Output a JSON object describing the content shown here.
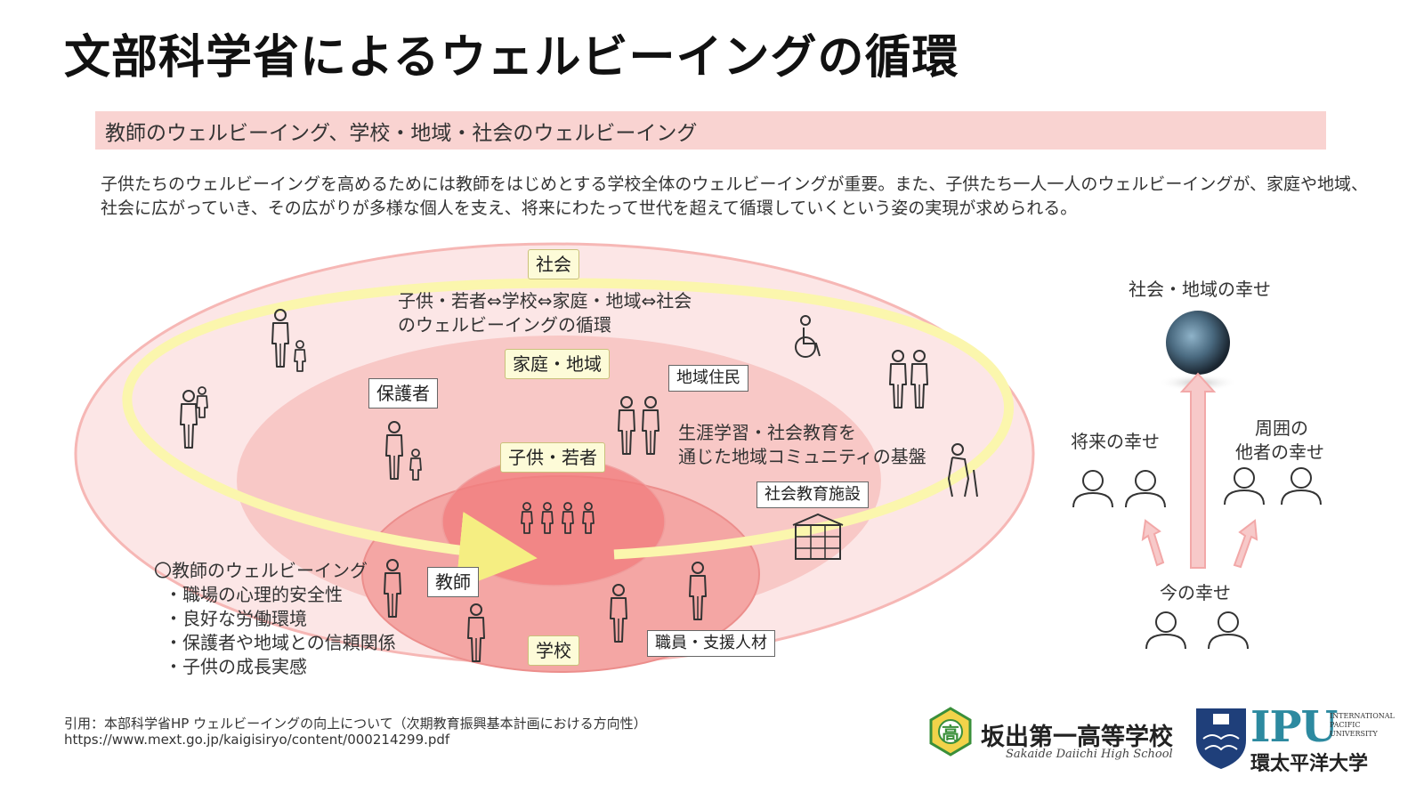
{
  "title": "文部科学省によるウェルビーイングの循環",
  "section_heading": "教師のウェルビーイング、学校・地域・社会のウェルビーイング",
  "description": [
    "子供たちのウェルビーイングを高めるためには教師をはじめとする学校全体のウェルビーイングが重要。また、子供たち一人一人のウェルビーイングが、家庭や地域、",
    "社会に広がっていき、その広がりが多様な個人を支え、将来にわたって世代を超えて循環していくという姿の実現が求められる。"
  ],
  "circle_labels": {
    "society": "社会",
    "family_region": "家庭・地域",
    "children": "子供・若者",
    "teacher": "教師",
    "school": "学校",
    "guardian": "保護者",
    "residents": "地域住民",
    "social_facility": "社会教育施設",
    "staff": "職員・支援人材"
  },
  "cycle_text": [
    "子供・若者⇔学校⇔家庭・地域⇔社会",
    "のウェルビーイングの循環"
  ],
  "lifelong_text": [
    "生涯学習・社会教育を",
    "通じた地域コミュニティの基盤"
  ],
  "teacher_wellbeing": {
    "heading": "〇教師のウェルビーイング",
    "items": [
      "・職場の心理的安全性",
      "・良好な労働環境",
      "・保護者や地域との信頼関係",
      "・子供の成長実感"
    ]
  },
  "happiness": {
    "society_region": "社会・地域の幸せ",
    "future": "将来の幸せ",
    "others": [
      "周囲の",
      "他者の幸せ"
    ],
    "now": "今の幸せ"
  },
  "footer": {
    "citation": "引用：本部科学省HP ウェルビーイングの向上について（次期教育振興基本計画における方向性）",
    "url": "https://www.mext.go.jp/kaigisiryo/content/000214299.pdf"
  },
  "logos": {
    "school_name": "坂出第一高等学校",
    "school_name_en": "Sakaide Daiichi High School",
    "school_emblem_char": "高",
    "ipu": "IPU",
    "ipu_en": [
      "INTERNATIONAL",
      "PACIFIC",
      "UNIVERSITY"
    ],
    "ipu_jp": "環太平洋大学"
  },
  "colors": {
    "outer_ring": "#fce6e6",
    "middle_ring": "#f8c8c6",
    "inner_school": "#f4a6a4",
    "center": "#f27f7f",
    "cycle_yellow": "#faf5a6",
    "arrow_pink": "#f2a8a8",
    "section_band": "#f9d3d1"
  }
}
